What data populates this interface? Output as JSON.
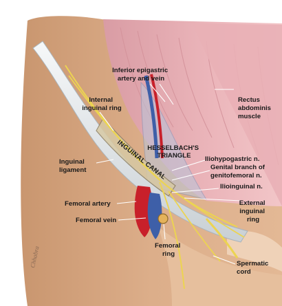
{
  "labels": {
    "inferior_epigastric": [
      "Inferior epigastric",
      "artery and vein"
    ],
    "rectus": [
      "Rectus",
      "abdominis",
      "muscle"
    ],
    "internal_ring": [
      "Internal",
      "inguinal ring"
    ],
    "hesselbach": [
      "HESSELBACH'S",
      "TRIANGLE"
    ],
    "inguinal_canal": "INGUINAL CANAL",
    "iliohypogastric": "Iliohypogastric n.",
    "inguinal_ligament": [
      "Inguinal",
      "ligament"
    ],
    "genitofemoral": [
      "Genital branch of",
      "genitofemoral n."
    ],
    "ilioinguinal": "Ilioinguinal n.",
    "external_ring": [
      "External",
      "inguinal",
      "ring"
    ],
    "femoral_artery": "Femoral artery",
    "femoral_vein": "Femoral vein",
    "femoral_ring": [
      "Femoral",
      "ring"
    ],
    "spermatic_cord": [
      "Spermatic",
      "cord"
    ]
  },
  "signature": "Chhabra",
  "colors": {
    "skin": "#d9ab87",
    "muscle": "#e8aeb4",
    "ligament": "#ebeef0",
    "artery": "#c8202a",
    "vein": "#3e5fa8",
    "nerve": "#ecd451"
  }
}
